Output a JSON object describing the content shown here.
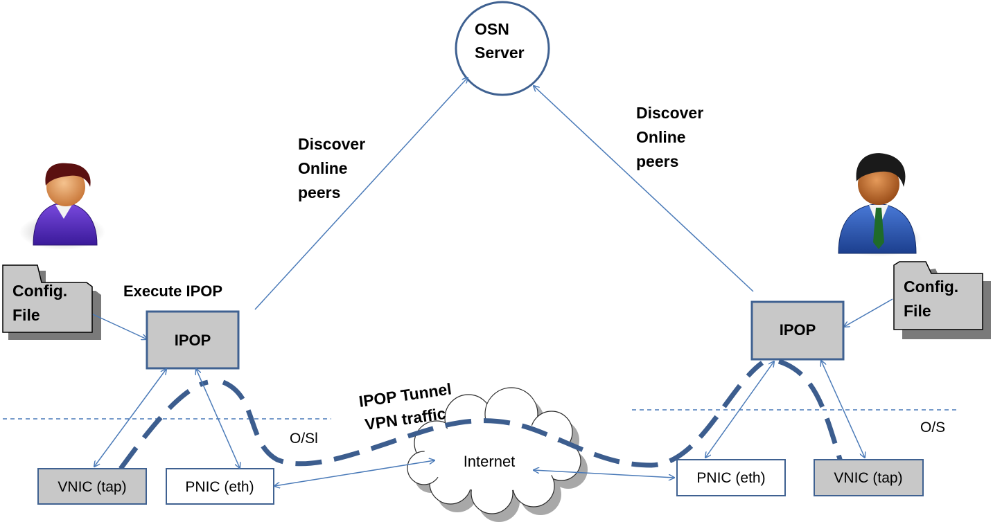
{
  "osn_server": {
    "line1": "OSN",
    "line2": "Server"
  },
  "discover_left": {
    "line1": "Discover",
    "line2": "Online",
    "line3": "peers"
  },
  "discover_right": {
    "line1": "Discover",
    "line2": "Online",
    "line3": "peers"
  },
  "execute_label": "Execute IPOP",
  "left_node": {
    "ipop": "IPOP",
    "config": {
      "line1": "Config.",
      "line2": "File"
    },
    "vnic": "VNIC (tap)",
    "pnic": "PNIC (eth)",
    "os_label": "O/Sl"
  },
  "right_node": {
    "ipop": "IPOP",
    "config": {
      "line1": "Config.",
      "line2": "File"
    },
    "vnic": "VNIC (tap)",
    "pnic": "PNIC (eth)",
    "os_label": "O/S"
  },
  "tunnel": {
    "line1": "IPOP Tunnel",
    "line2": "VPN traffic"
  },
  "internet": "Internet",
  "colors": {
    "box_fill": "#c8c8c8",
    "box_stroke": "#3f6191",
    "arrow": "#4a7ab8",
    "tunnel": "#3c5d8e"
  }
}
